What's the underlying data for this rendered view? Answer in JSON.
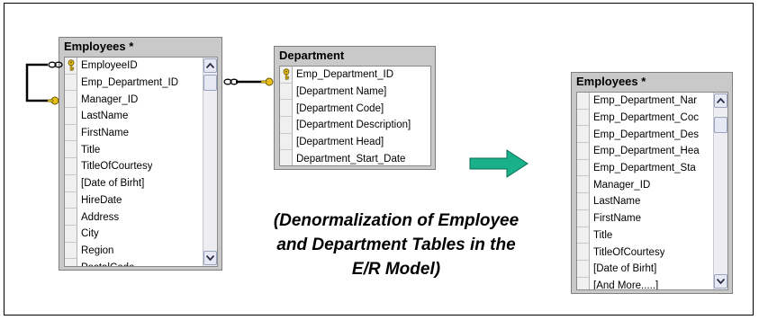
{
  "tables": {
    "employees_left": {
      "title": "Employees *",
      "rows": [
        "EmployeeID",
        "Emp_Department_ID",
        "Manager_ID",
        "LastName",
        "FirstName",
        "Title",
        "TitleOfCourtesy",
        "[Date of Birht]",
        "HireDate",
        "Address",
        "City",
        "Region",
        "PostalCode"
      ]
    },
    "department": {
      "title": "Department",
      "rows": [
        "Emp_Department_ID",
        "[Department Name]",
        "[Department Code]",
        "[Department Description]",
        "[Department Head]",
        "Department_Start_Date"
      ]
    },
    "employees_right": {
      "title": "Employees *",
      "rows": [
        "Emp_Department_Nar",
        "Emp_Department_Coc",
        "Emp_Department_Des",
        "Emp_Department_Hea",
        "Emp_Department_Sta",
        "Manager_ID",
        "LastName",
        "FirstName",
        "Title",
        "TitleOfCourtesy",
        "[Date of Birht]",
        "[And More.....]"
      ]
    }
  },
  "caption": {
    "line1": "(Denormalization of Employee",
    "line2": "and Department Tables in the",
    "line3": "E/R Model)"
  },
  "icons": [
    "primary-key-icon",
    "relationship-key-endpoint-icon",
    "relationship-infinity-endpoint-icon",
    "transform-arrow-icon",
    "scroll-up-icon",
    "scroll-down-icon"
  ],
  "colors": {
    "table_header_bg": "#c9c9c9",
    "arrow_fill": "#19b08a",
    "key_yellow": "#e8c21a"
  }
}
